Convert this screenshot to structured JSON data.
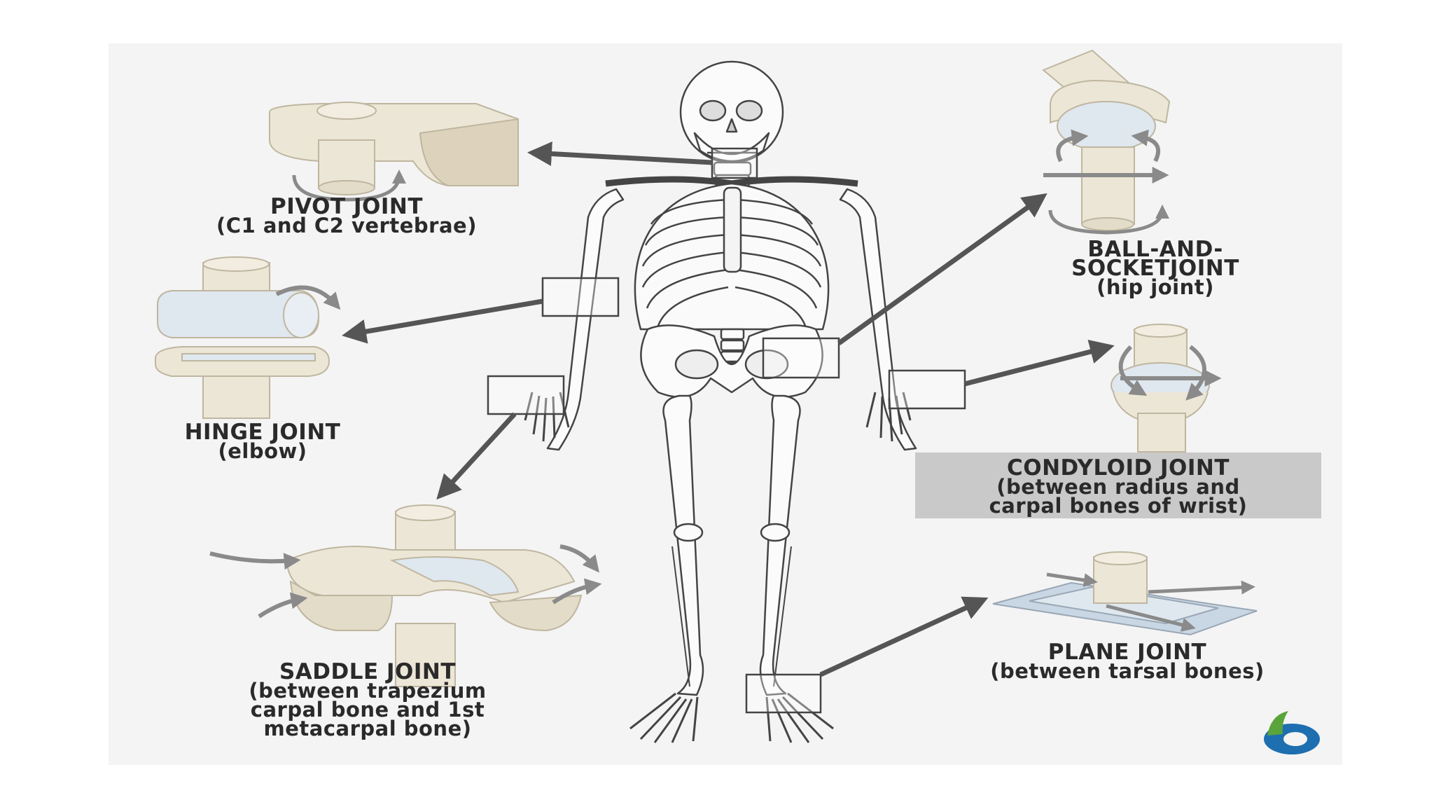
{
  "labels": {
    "pivot": {
      "title": "PIVOT JOINT",
      "sub": "(C1 and C2 vertebrae)"
    },
    "hinge": {
      "title": "HINGE JOINT",
      "sub": "(elbow)"
    },
    "saddle": {
      "title": "SADDLE JOINT",
      "sub1": "(between trapezium",
      "sub2": "carpal bone and 1st",
      "sub3": "metacarpal bone)"
    },
    "ball": {
      "title1": "BALL-AND-",
      "title2": "SOCKETJOINT",
      "sub": "(hip joint)"
    },
    "condyloid": {
      "title": "CONDYLOID JOINT",
      "sub1": "(between radius and",
      "sub2": "carpal bones of wrist)"
    },
    "plane": {
      "title": "PLANE JOINT",
      "sub": "(between tarsal bones)"
    }
  },
  "colors": {
    "bone": "#ece6d6",
    "bone_shade": "#d8cfba",
    "cartilage": "#dfe7ef",
    "arrow": "#555555",
    "panel": "#f4f4f4",
    "highlight_box": "#c9c9c9",
    "logo_blue": "#1d6fb0",
    "logo_green": "#5aa43c"
  },
  "icons": [
    "skeleton-figure",
    "pivot-joint-model",
    "hinge-joint-model",
    "saddle-joint-model",
    "ball-socket-joint-model",
    "condyloid-joint-model",
    "plane-joint-model",
    "brand-logo-icon"
  ]
}
